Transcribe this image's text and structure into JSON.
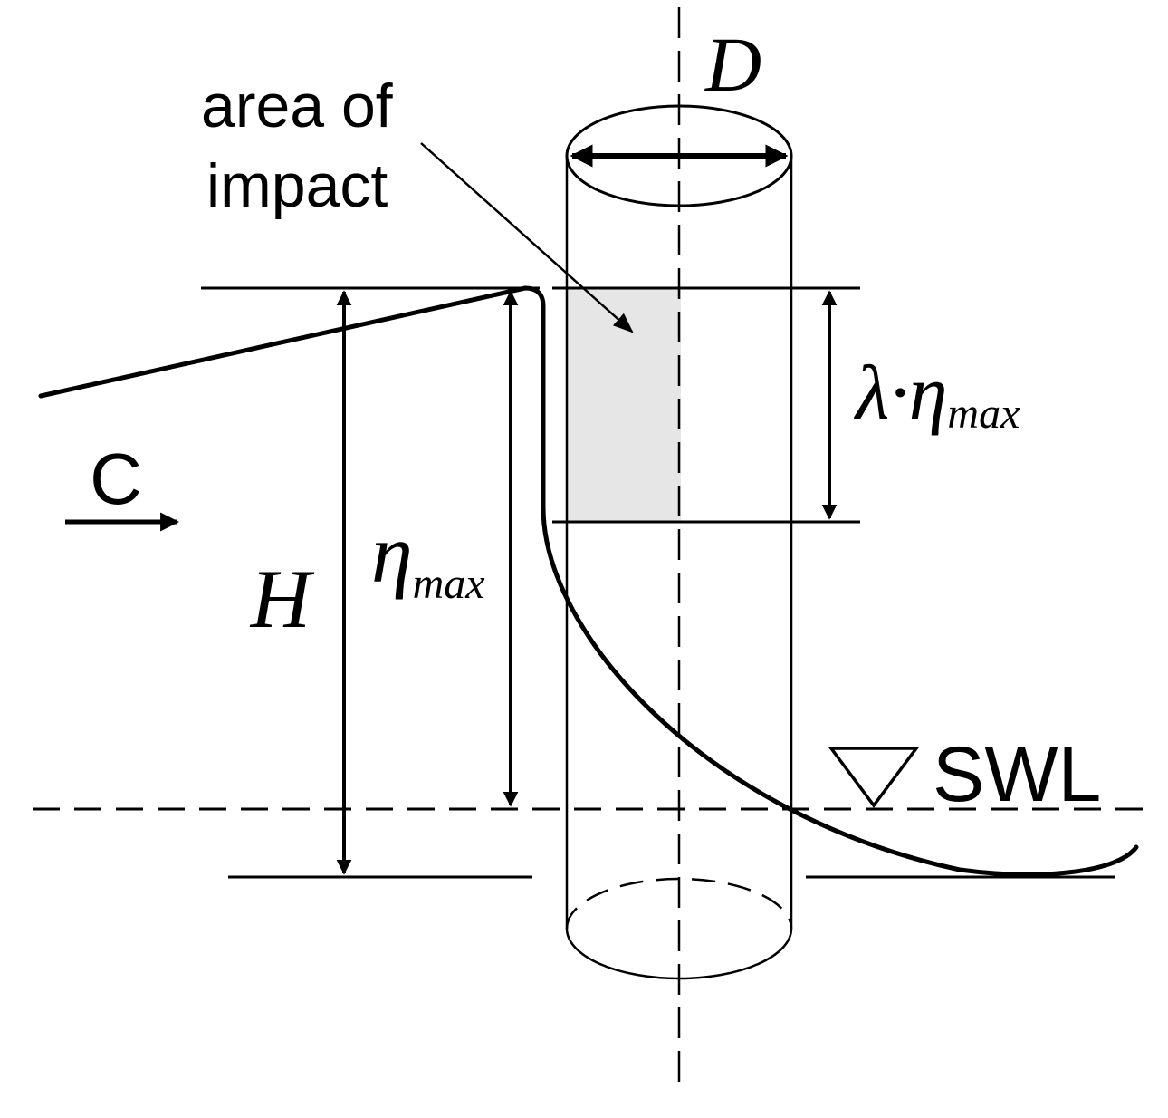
{
  "labels": {
    "area_of_impact_line1": "area of",
    "area_of_impact_line2": "impact",
    "diameter": "D",
    "celerity": "C",
    "wave_height": "H",
    "eta_symbol": "η",
    "eta_subscript": "max",
    "lambda_symbol": "λ·",
    "lambda_eta_symbol": "η",
    "lambda_eta_subscript": "max",
    "swl": "SWL"
  },
  "colors": {
    "line": "#000000",
    "impact_area_fill": "#e6e6e6",
    "background": "#ffffff"
  }
}
